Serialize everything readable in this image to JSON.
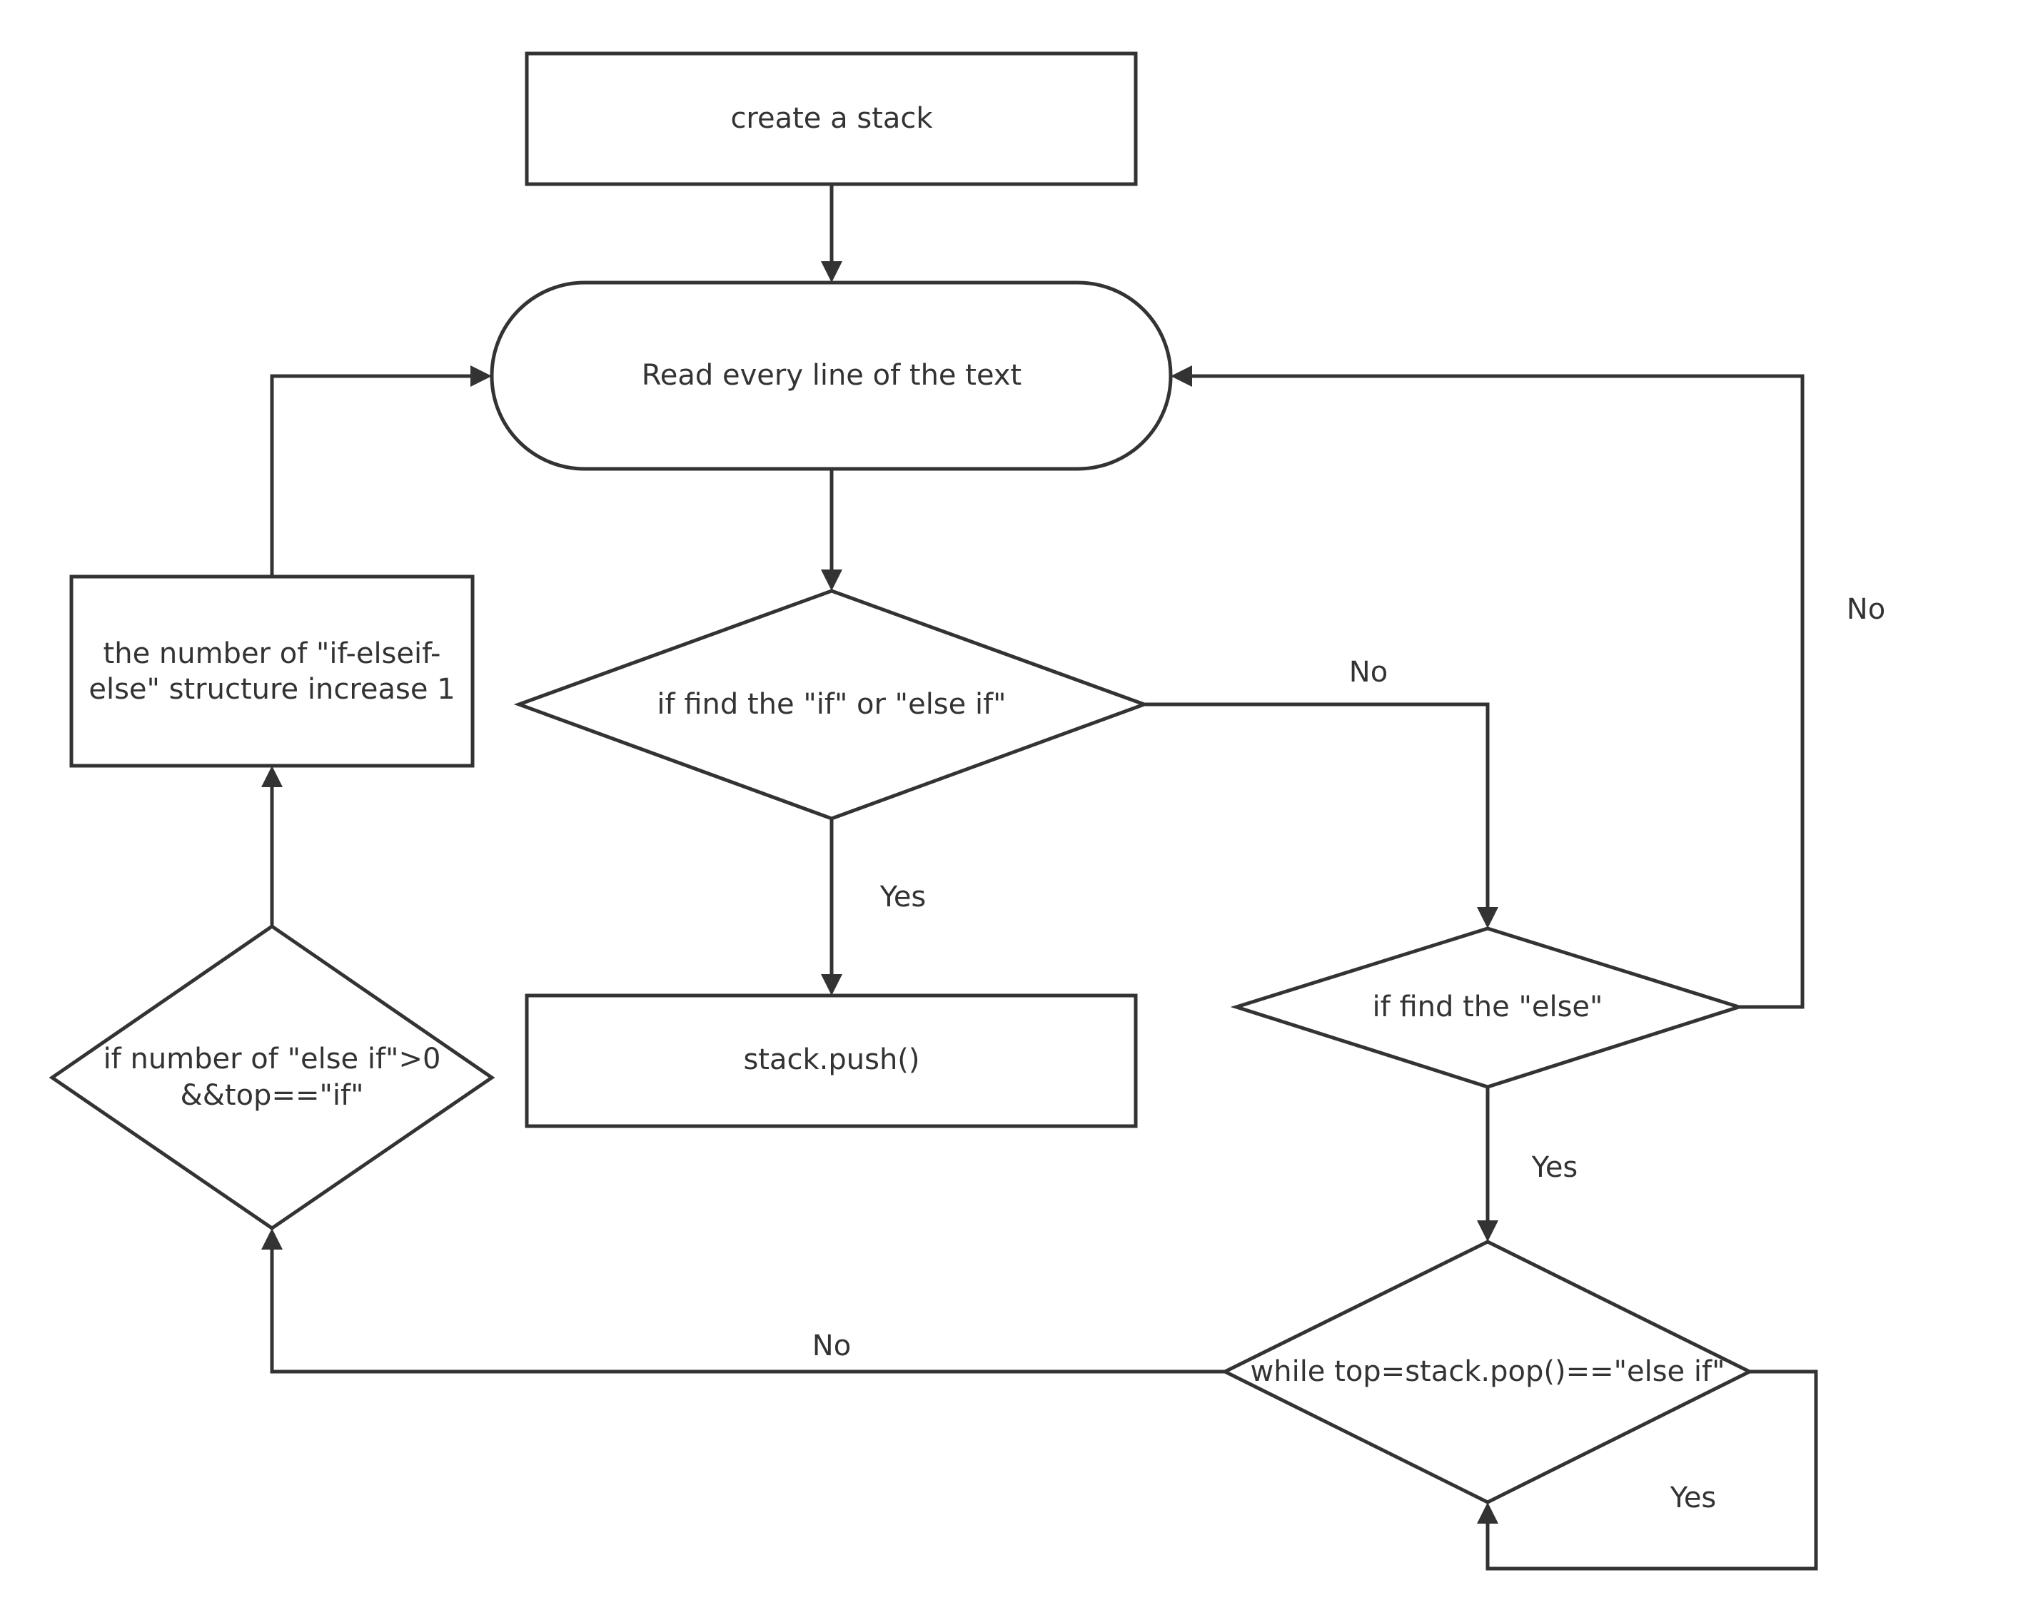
{
  "nodes": {
    "create_stack": {
      "shape": "rectangle",
      "label": "create a stack"
    },
    "read_lines": {
      "shape": "terminator",
      "label": "Read every line of the text"
    },
    "find_if": {
      "shape": "decision",
      "label": "if find the \"if\" or \"else if\""
    },
    "push": {
      "shape": "rectangle",
      "label": "stack.push()"
    },
    "find_else": {
      "shape": "decision",
      "label": "if find the \"else\""
    },
    "while_pop": {
      "shape": "decision",
      "label": "while top=stack.pop()==\"else if\""
    },
    "check_count": {
      "shape": "decision",
      "label_line1": "if number of \"else if\">0",
      "label_line2": "&&top==\"if\""
    },
    "increase": {
      "shape": "rectangle",
      "label_line1": "the number of \"if-elseif-",
      "label_line2": "else\" structure increase 1"
    }
  },
  "edges": {
    "create_to_read": {
      "from": "create_stack",
      "to": "read_lines",
      "label": ""
    },
    "read_to_find_if": {
      "from": "read_lines",
      "to": "find_if",
      "label": ""
    },
    "find_if_yes": {
      "from": "find_if",
      "to": "push",
      "label": "Yes"
    },
    "find_if_no": {
      "from": "find_if",
      "to": "find_else",
      "label": "No"
    },
    "find_else_no": {
      "from": "find_else",
      "to": "read_lines",
      "label": "No"
    },
    "find_else_yes": {
      "from": "find_else",
      "to": "while_pop",
      "label": "Yes"
    },
    "while_yes": {
      "from": "while_pop",
      "to": "while_pop",
      "label": "Yes"
    },
    "while_no": {
      "from": "while_pop",
      "to": "check_count",
      "label": "No"
    },
    "check_to_increase": {
      "from": "check_count",
      "to": "increase",
      "label": ""
    },
    "increase_to_read": {
      "from": "increase",
      "to": "read_lines",
      "label": ""
    }
  }
}
